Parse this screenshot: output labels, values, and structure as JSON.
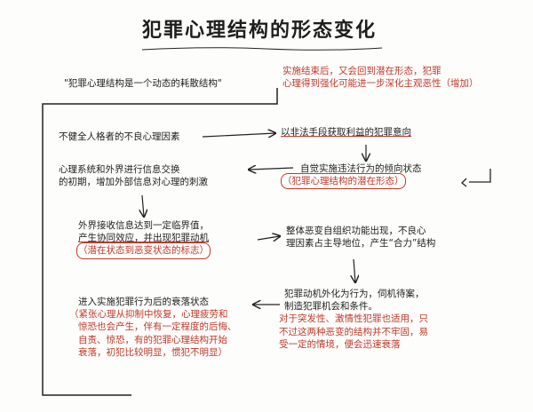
{
  "title": "犯罪心理结构的形态变化",
  "intro_note": "\"犯罪心理结构是一个动态的耗散结构\"",
  "top_red_note": {
    "line1": "实施结束后，又会回到潜在形态，犯罪",
    "line2": "心理得到强化可能进一步深化主观恶性（增加）"
  },
  "nodes": {
    "n1": {
      "line1": "不健全人格者的不良心理因素"
    },
    "n2": {
      "line1": "以非法手段获取利益的犯罪意向"
    },
    "n3": {
      "line1": "心理系统和外界进行信息交换",
      "line2": "的初期，增加外部信息对心理的刺激"
    },
    "n4": {
      "line1": "自觉实施违法行为的倾向状态",
      "red": "（犯罪心理结构的潜在形态）"
    },
    "n5": {
      "line1": "外界接收信息达到一定临界值，",
      "line2": "产生协同效应，并出现犯罪动机",
      "red": "（潜在状态到恶变状态的标志）"
    },
    "n6": {
      "line1": "整体恶变自组织功能出现，不良心",
      "line2": "理因素占主导地位，产生“合力”结构"
    },
    "n7": {
      "line1": "犯罪动机外化为行为，伺机待案，",
      "line2": "制造犯罪机会和条件。",
      "red1": "对于突发性、激情性犯罪也适用，只",
      "red2": "不过这两种恶变的结构并不牢固，易",
      "red3": "受一定的情境，便会迅速衰落"
    },
    "n8": {
      "line1": "进入实施犯罪行为后的衰落状态",
      "red1": "（紧张心理从抑制中恢复，心理疲劳和",
      "red2": "惊恐也会产生，伴有一定程度的后悔、",
      "red3": "自责、惊恐，有的犯罪心理结构开始",
      "red4": "衰落，初犯比较明显，惯犯不明显）"
    }
  }
}
